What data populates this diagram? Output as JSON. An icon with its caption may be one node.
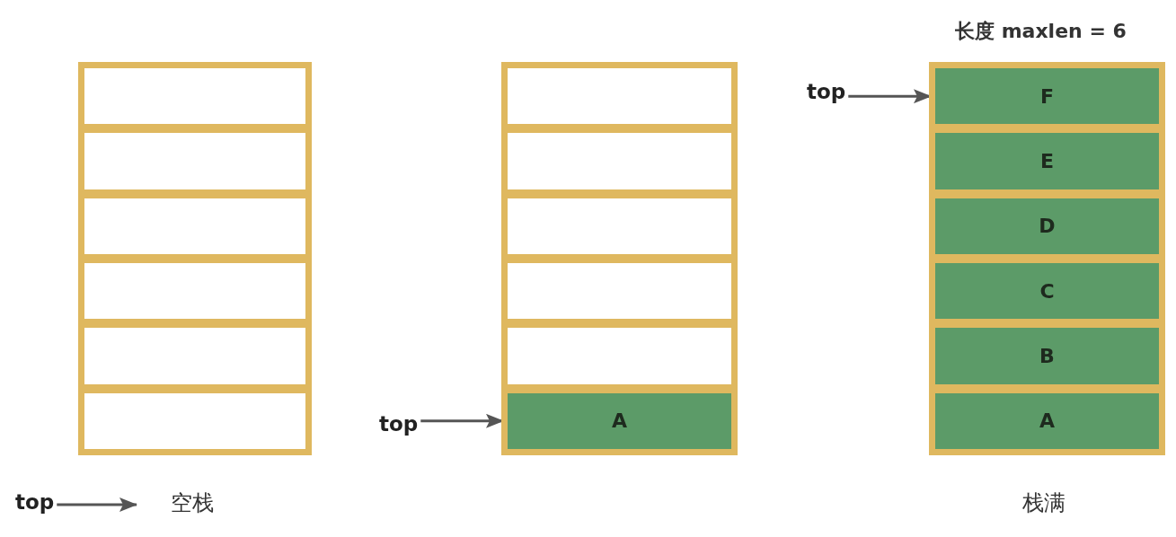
{
  "diagram": {
    "nodes": [
      {
        "text": [],
        "shape": "box",
        "beside": [
          "空栈"
        ]
      },
      {
        "text": [],
        "shape": "box",
        "in": 0
      },
      {
        "text": [],
        "shape": "box",
        "in": 0
      },
      {
        "text": [],
        "shape": "box",
        "in": 0
      },
      {
        "text": [],
        "shape": "box",
        "in": 0
      },
      {
        "text": [],
        "shape": "box",
        "in": 0
      },
      {
        "text": [],
        "shape": "box",
        "in": 0
      },
      {
        "text": [],
        "shape": "box"
      },
      {
        "text": [],
        "shape": "box",
        "in": 7
      },
      {
        "text": [],
        "shape": "box",
        "in": 7
      },
      {
        "text": [],
        "shape": "box",
        "in": 7
      },
      {
        "text": [],
        "shape": "box",
        "in": 7
      },
      {
        "text": [],
        "shape": "box",
        "in": 7
      },
      {
        "text": [
          "A"
        ],
        "in": 7
      },
      {
        "text": [],
        "shape": "box",
        "beside": [
          "长度 maxlen = 6",
          "栈满"
        ]
      },
      {
        "text": [
          "F"
        ],
        "in": 14
      },
      {
        "text": [
          "E"
        ],
        "in": 14
      },
      {
        "text": [
          "D"
        ],
        "in": 14
      },
      {
        "text": [
          "C"
        ],
        "in": 14
      },
      {
        "text": [
          "B"
        ],
        "in": 14
      },
      {
        "text": [
          "A"
        ],
        "in": 14
      },
      {
        "text": [
          "top"
        ]
      },
      {
        "text": [
          "top"
        ]
      },
      {
        "text": [
          "top"
        ]
      }
    ],
    "edges": [
      {
        "from": 21,
        "to": null,
        "arrow": "to"
      },
      {
        "from": 22,
        "to": 13,
        "arrow": "to"
      },
      {
        "from": 23,
        "to": 15,
        "arrow": "to"
      }
    ]
  }
}
